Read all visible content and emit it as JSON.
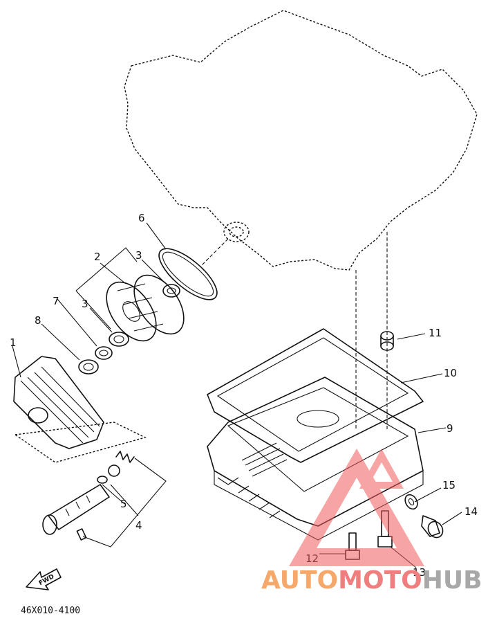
{
  "diagram": {
    "part_code": "46X010-4100",
    "direction_label": "FWD",
    "callouts": [
      "1",
      "2",
      "3",
      "3",
      "4",
      "5",
      "6",
      "7",
      "8",
      "9",
      "10",
      "11",
      "12",
      "13",
      "14",
      "15"
    ]
  },
  "watermark": {
    "word1": "AUTO",
    "word2": "MOTO",
    "word3": "HUB",
    "colors": {
      "auto": "#f5a86a",
      "moto": "#ef7f7f",
      "hub": "#a8a8a8",
      "triangle": "#ef5a5a"
    }
  }
}
